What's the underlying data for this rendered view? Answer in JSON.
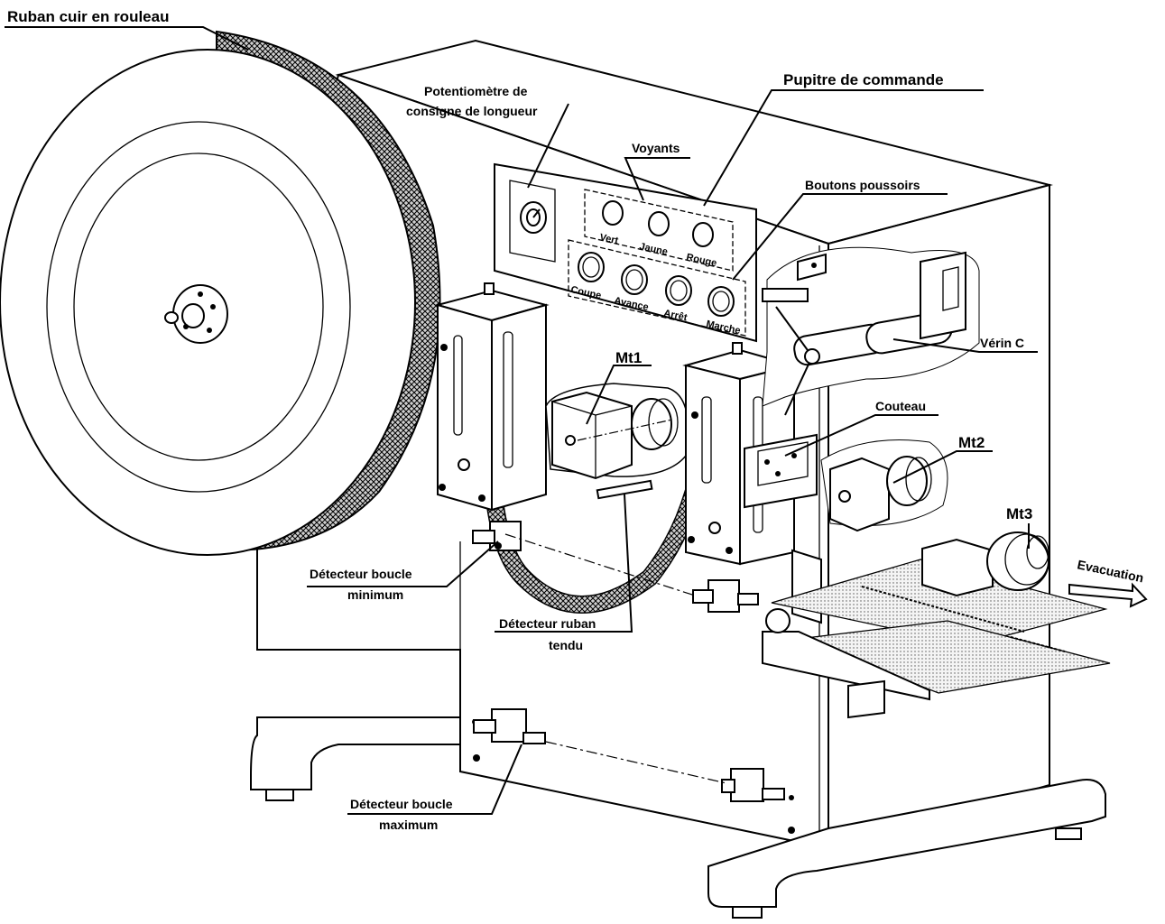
{
  "title": "",
  "labels": {
    "ruban_cuir": "Ruban cuir en rouleau",
    "potentiometre_1": "Potentiomètre de",
    "potentiometre_2": "consigne de longueur",
    "pupitre": "Pupitre de commande",
    "voyants": "Voyants",
    "boutons": "Boutons poussoirs",
    "verin": "Vérin C",
    "couteau": "Couteau",
    "mt1": "Mt1",
    "mt2": "Mt2",
    "mt3": "Mt3",
    "evacuation": "Evacuation",
    "det_min_1": "Détecteur boucle",
    "det_min_2": "minimum",
    "det_ruban_1": "Détecteur ruban",
    "det_ruban_2": "tendu",
    "det_max_1": "Détecteur boucle",
    "det_max_2": "maximum"
  },
  "lamps": [
    "Vert",
    "Jaune",
    "Rouge"
  ],
  "buttons": [
    "Coupe",
    "Avance",
    "Arrêt",
    "Marche"
  ],
  "icons": [
    "leather-roll-icon",
    "potentiometer-knob-icon",
    "motor-icon",
    "cylinder-icon",
    "knife-icon",
    "sensor-icon",
    "arrow-right-icon"
  ]
}
